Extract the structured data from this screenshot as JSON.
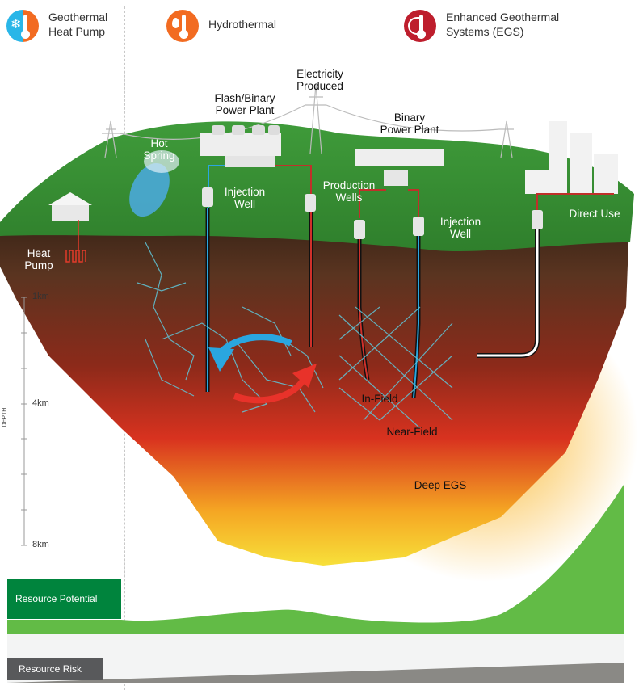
{
  "header": {
    "categories": [
      {
        "label_line1": "Geothermal",
        "label_line2": "Heat Pump",
        "icon": "snowflake-thermometer-icon",
        "color": "#29b6e8",
        "color2": "#f26b21"
      },
      {
        "label_line1": "Hydrothermal",
        "label_line2": "",
        "icon": "water-drop-thermometer-icon",
        "color": "#f26b21"
      },
      {
        "label_line1": "Enhanced Geothermal",
        "label_line2": "Systems (EGS)",
        "icon": "heat-waves-thermometer-icon",
        "color": "#be1e2d"
      }
    ]
  },
  "scene": {
    "electricity": [
      "Electricity",
      "Produced"
    ],
    "flash_plant": [
      "Flash/Binary",
      "Power Plant"
    ],
    "hot_spring": [
      "Hot",
      "Spring"
    ],
    "binary_plant": [
      "Binary",
      "Power Plant"
    ],
    "injection_well_1": [
      "Injection",
      "Well"
    ],
    "production_wells": [
      "Production",
      "Wells"
    ],
    "injection_well_2": [
      "Injection",
      "Well"
    ],
    "direct_use": "Direct Use",
    "heat_pump": [
      "Heat",
      "Pump"
    ],
    "in_field": "In-Field",
    "near_field": "Near-Field",
    "deep_egs": "Deep EGS"
  },
  "depth_axis": {
    "title": "DEPTH",
    "ticks": [
      "1km",
      "4km",
      "8km"
    ]
  },
  "bottom": {
    "resource_potential": "Resource Potential",
    "resource_risk": "Resource Risk",
    "colors": {
      "potential": "#62bb46",
      "potential_label": "#00843d",
      "risk": "#8a8985",
      "risk_label": "#58595b"
    }
  }
}
